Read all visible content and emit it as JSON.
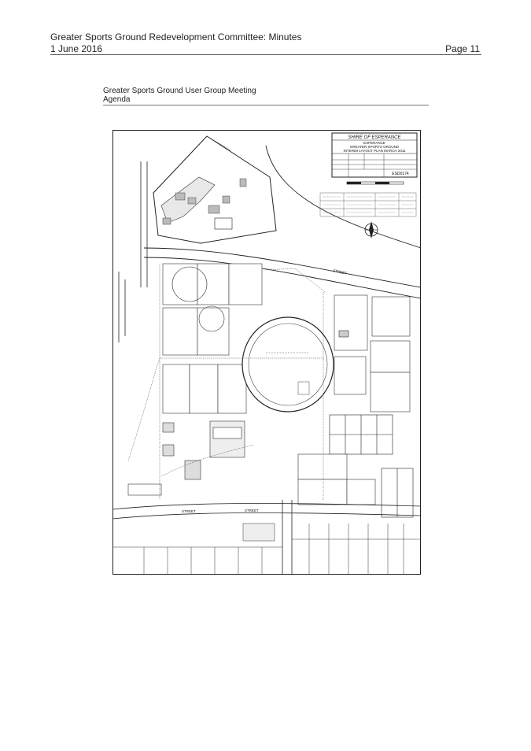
{
  "header": {
    "title": "Greater Sports Ground Redevelopment Committee: Minutes",
    "date": "1 June 2016",
    "page": "Page 11"
  },
  "subheader": {
    "title": "Greater Sports Ground User Group Meeting",
    "agenda": "Agenda"
  },
  "plan": {
    "shire": "SHIRE OF ESPERANCE",
    "town": "ESPERANCE",
    "project": "GREATER SPORTS GROUND",
    "plan_title": "INTERIM LAYOUT PLAN MARCH 2011",
    "drawing_no": "ESD0174",
    "street_1": "STREET",
    "street_2": "STREET",
    "street_3": "STREET"
  }
}
